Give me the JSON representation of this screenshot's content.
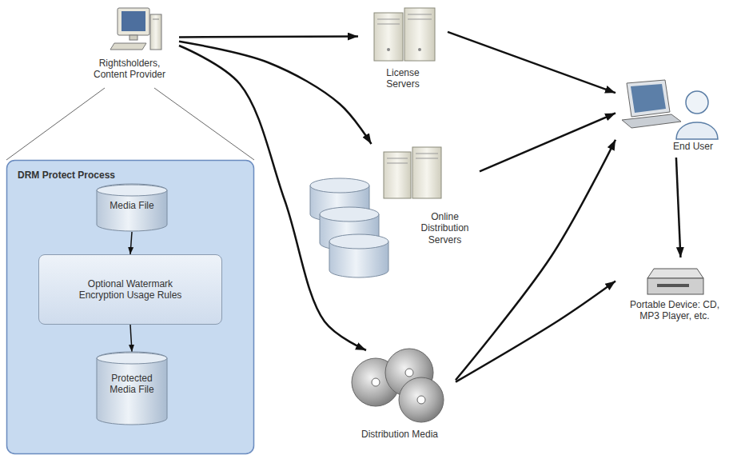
{
  "diagram": {
    "nodes": [
      {
        "text": [
          "Rightsholders, Content Provider"
        ]
      },
      {
        "text": [
          "DRM Protect Process"
        ]
      },
      {
        "text": [
          "Media File"
        ],
        "in": 1
      },
      {
        "text": [
          "Optional Watermark Encryption Usage Rules"
        ],
        "in": 1
      },
      {
        "text": [
          "Protected Media File"
        ],
        "in": 1
      },
      {
        "text": [
          "License Servers"
        ]
      },
      {
        "text": [
          "Online Distribution Servers"
        ]
      },
      {
        "text": [
          "Distribution Media"
        ]
      },
      {
        "text": [
          "End User"
        ]
      },
      {
        "text": [
          "Portable Device: CD, MP3 Player, etc."
        ]
      }
    ],
    "edges": [
      {
        "from": 0,
        "to": 5,
        "arrow": "to"
      },
      {
        "from": 0,
        "to": 6,
        "arrow": "to"
      },
      {
        "from": 0,
        "to": 7,
        "arrow": "to"
      },
      {
        "from": 0,
        "to": 1,
        "arrow": "none"
      },
      {
        "from": 0,
        "to": 1,
        "arrow": "none"
      },
      {
        "from": 2,
        "to": 3,
        "arrow": "to"
      },
      {
        "from": 3,
        "to": 4,
        "arrow": "to"
      },
      {
        "from": 5,
        "to": 8,
        "arrow": "to"
      },
      {
        "from": 6,
        "to": 8,
        "arrow": "to"
      },
      {
        "from": 7,
        "to": 8,
        "arrow": "to"
      },
      {
        "from": 7,
        "to": 9,
        "arrow": "to"
      },
      {
        "from": 8,
        "to": 9,
        "arrow": "to"
      }
    ]
  }
}
